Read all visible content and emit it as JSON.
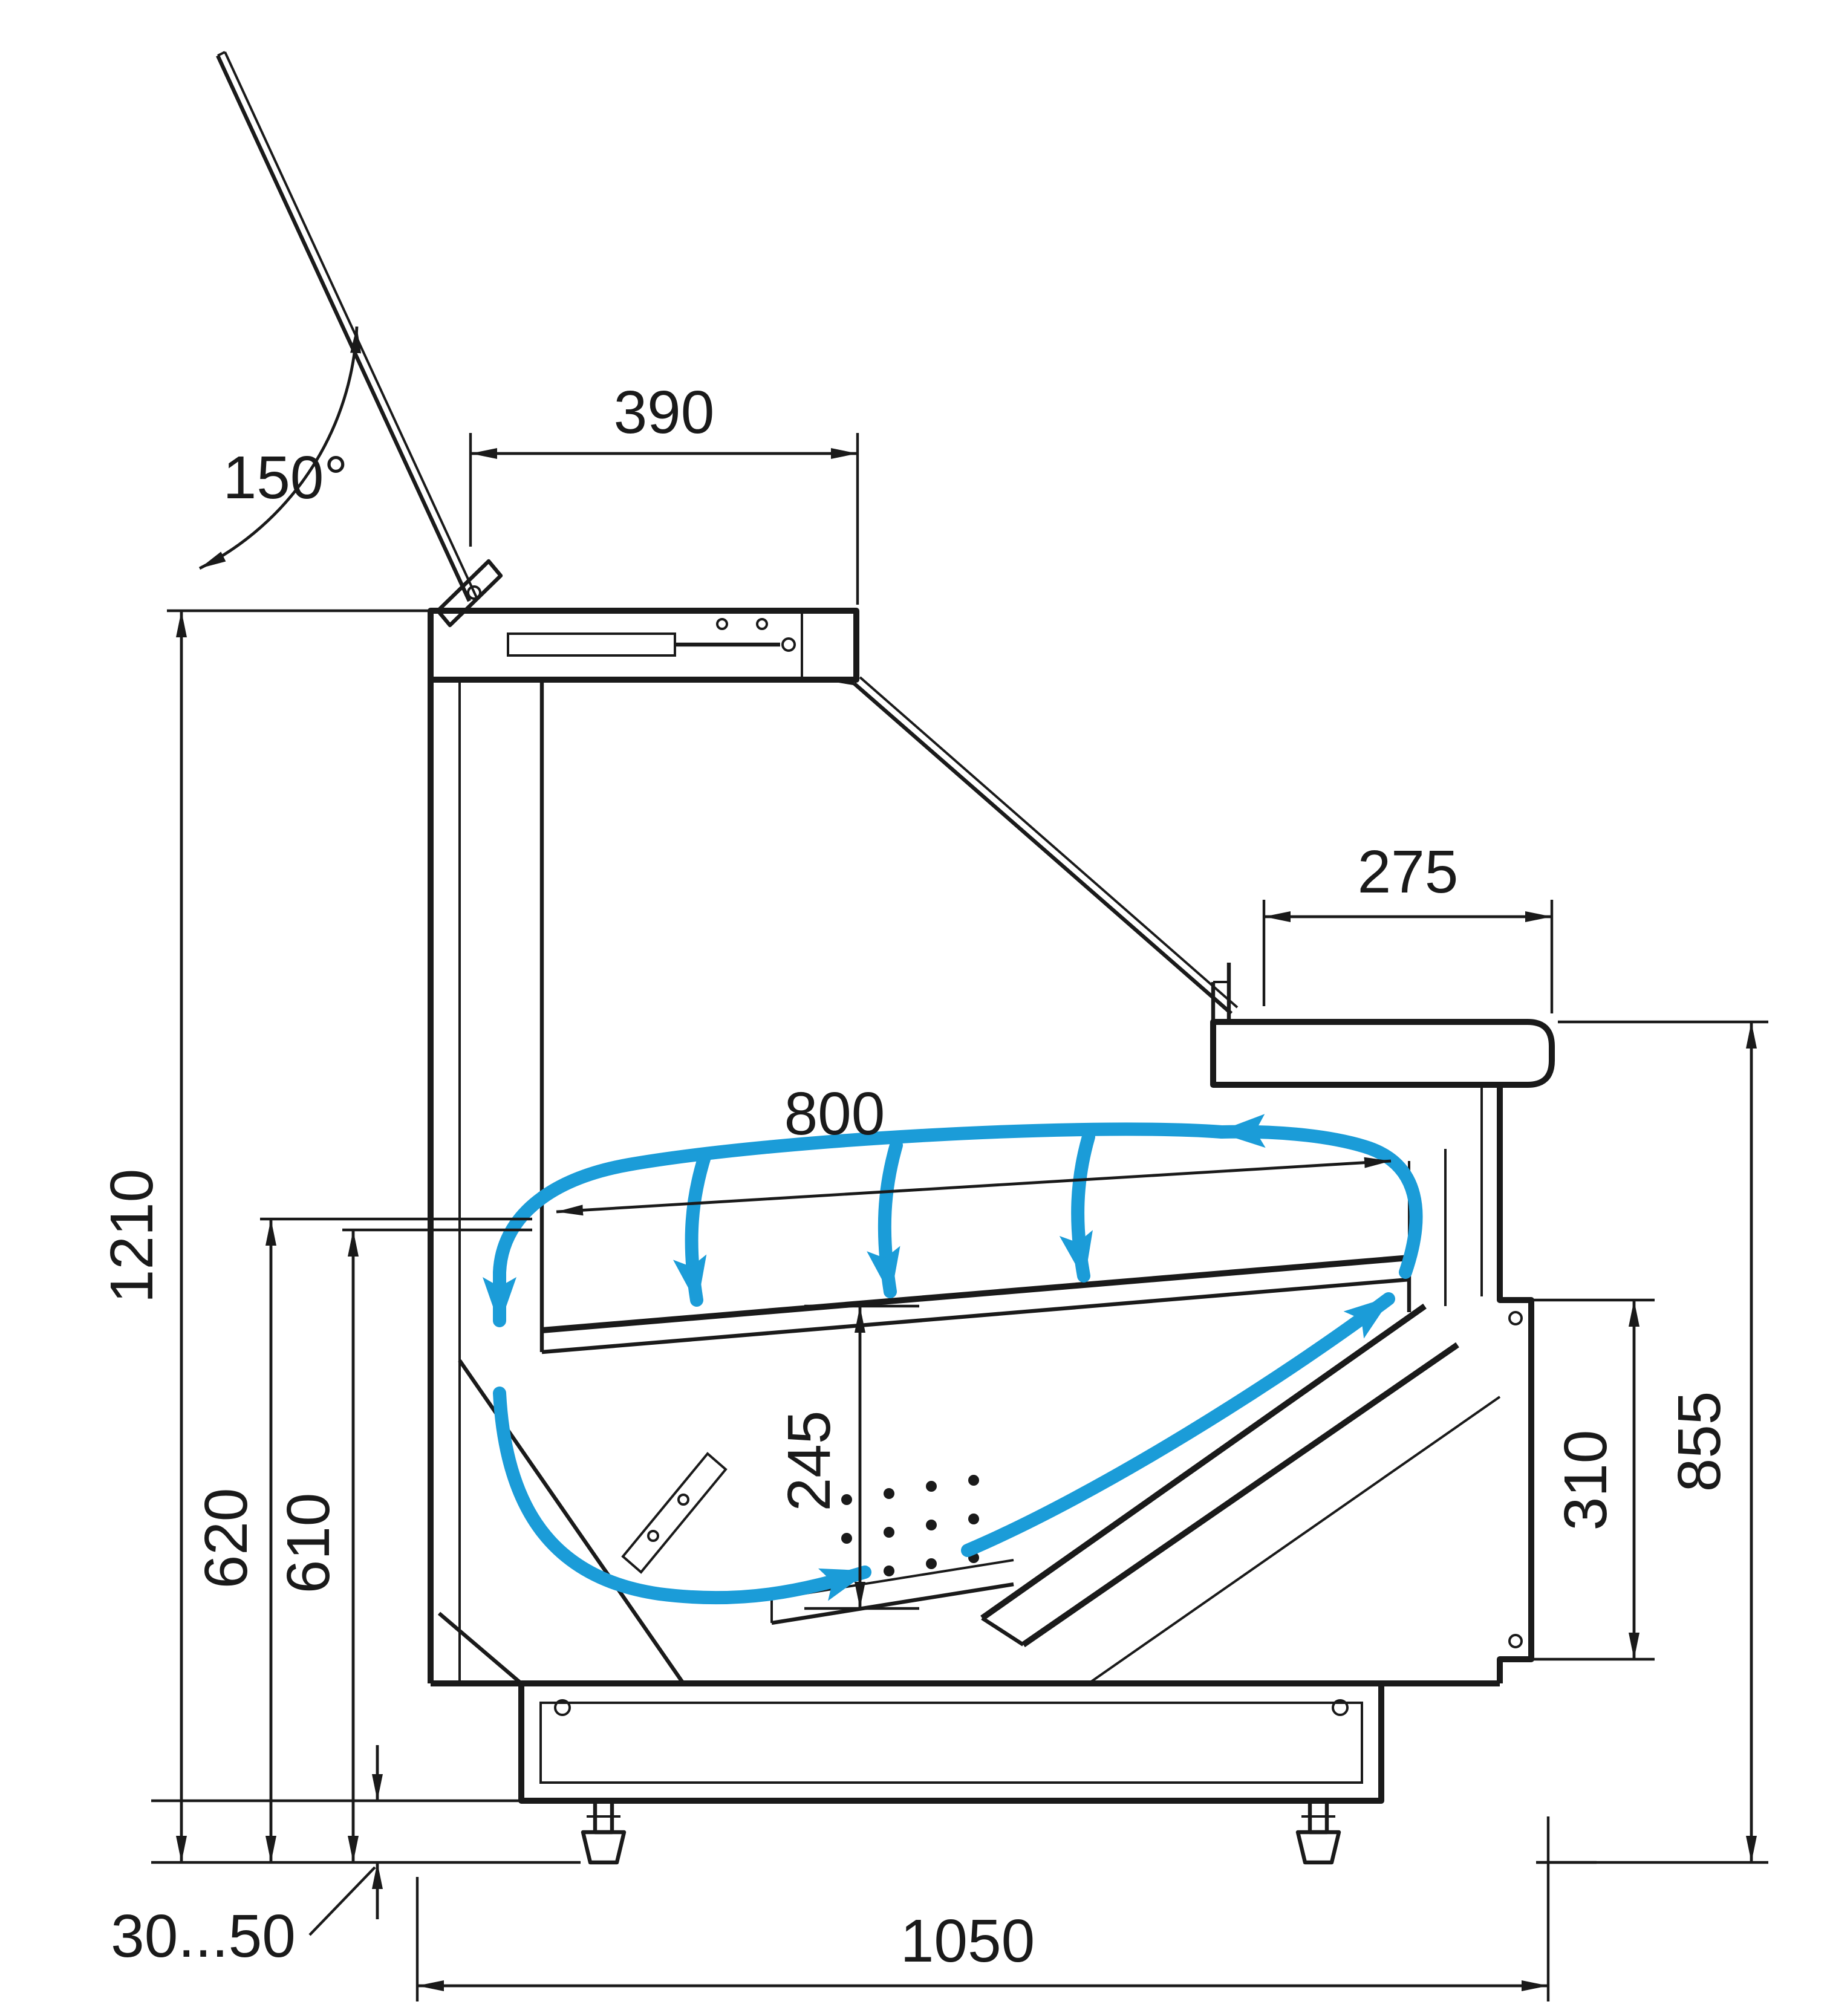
{
  "colors": {
    "line": "#1a1a1a",
    "airflow": "#1b9cd8",
    "background": "#ffffff"
  },
  "dimensions": {
    "lid_angle": "150°",
    "top_depth": "390",
    "worktop_depth": "275",
    "display_length": "800",
    "overall_height": "1210",
    "back_height_outer": "620",
    "back_height_inner": "610",
    "well_depth": "245",
    "front_panel_height": "310",
    "front_height": "855",
    "leg_adjustment": "30...50",
    "base_depth": "1050"
  }
}
